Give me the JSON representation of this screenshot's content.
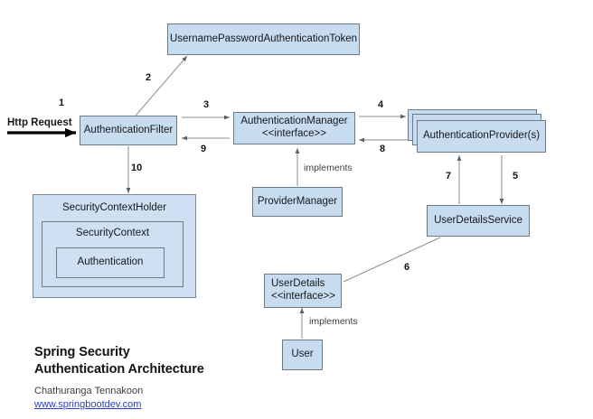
{
  "diagram": {
    "title_line1": "Spring Security",
    "title_line2": "Authentication Architecture",
    "author": "Chathuranga Tennakoon",
    "website": "www.springbootdev.com",
    "fill_color": "#c7dcef",
    "group_fill_color": "#cfe0f2",
    "stroke_color": "#6b7a87",
    "link_color": "#2b3fc4"
  },
  "nodes": {
    "token": {
      "label": "UsernamePasswordAuthenticationToken"
    },
    "auth_filter": {
      "label": "AuthenticationFilter"
    },
    "auth_manager": {
      "label": "AuthenticationManager",
      "stereotype": "<<interface>>"
    },
    "auth_provider": {
      "label": "AuthenticationProvider(s)"
    },
    "provider_manager": {
      "label": "ProviderManager"
    },
    "user_details_service": {
      "label": "UserDetailsService"
    },
    "user_details": {
      "label": "UserDetails",
      "stereotype": "<<interface>>"
    },
    "user": {
      "label": "User"
    },
    "security_context_holder": {
      "label": "SecurityContextHolder"
    },
    "security_context": {
      "label": "SecurityContext"
    },
    "authentication": {
      "label": "Authentication"
    }
  },
  "edges": {
    "http_request": "Http Request",
    "n1": "1",
    "n2": "2",
    "n3": "3",
    "n4": "4",
    "n5": "5",
    "n6": "6",
    "n7": "7",
    "n8": "8",
    "n9": "9",
    "n10": "10",
    "implements_manager": "implements",
    "implements_user": "implements"
  }
}
